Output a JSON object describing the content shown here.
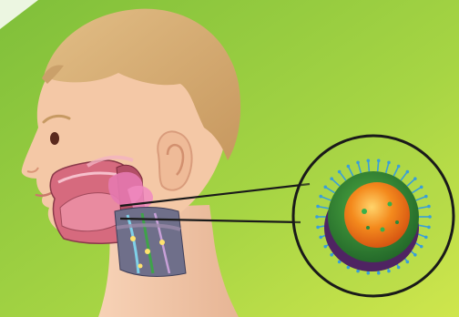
{
  "scene": {
    "background_top": "#8cc63f",
    "background_bottom": "#c8e24a",
    "skin": "#f3c7a7",
    "skin_shadow": "#e2a988",
    "hair": "#d9b07a",
    "hair_shadow": "#c79a63",
    "throat_tissue": "#c9627a",
    "neck_dissection": "#7a6a8a",
    "lymph_node": "#e77aa8",
    "lens_ring": "#1a1a1a",
    "virus_outer": "#2a7a30",
    "virus_core": "#f07a18",
    "virus_core_highlight": "#ffb24a",
    "virus_spike": "#3a9ed8",
    "virus_base": "#5b2a6e",
    "icons": {
      "head": "person-head-profile",
      "anatomy": "throat-anatomy-cutaway",
      "magnifier": "zoom-circle",
      "pathogen": "virus-particle"
    }
  }
}
